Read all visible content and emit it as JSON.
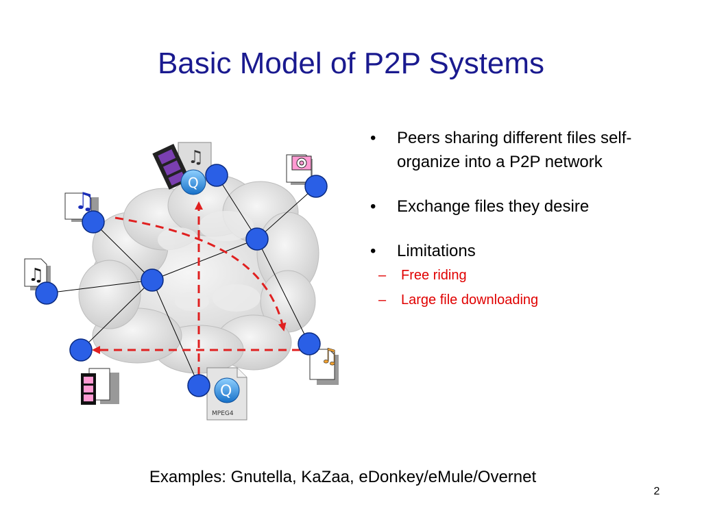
{
  "slide": {
    "title": "Basic Model of P2P Systems",
    "bullets": [
      {
        "marker": "•",
        "text": "Peers sharing different files self-organize into a P2P network"
      },
      {
        "marker": "•",
        "text": "Exchange files they desire"
      },
      {
        "marker": "•",
        "text": "Limitations"
      }
    ],
    "sub_bullets": [
      {
        "marker": "–",
        "text": "Free riding"
      },
      {
        "marker": "–",
        "text": "Large file downloading"
      }
    ],
    "examples": "Examples: Gnutella, KaZaa, eDonkey/eMule/Overnet",
    "page_number": "2",
    "icons": {
      "file_label": "MPEG4"
    },
    "colors": {
      "title": "#1a1a8f",
      "node_fill": "#2a5fe6",
      "dashed_path": "#e02020",
      "sub_bullet": "#e00000"
    }
  }
}
